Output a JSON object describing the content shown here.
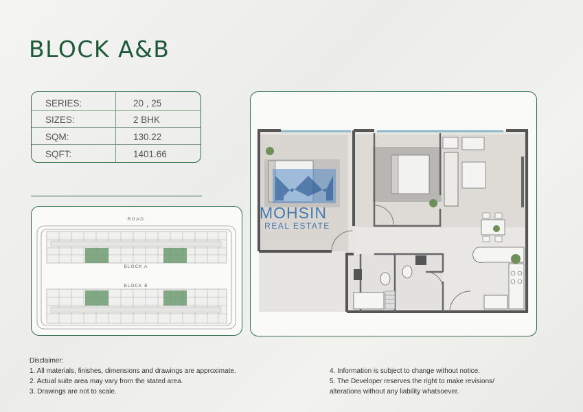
{
  "title": "BLOCK A&B",
  "specs": [
    {
      "label": "SERIES:",
      "value": "20 , 25"
    },
    {
      "label": "SIZES:",
      "value": "2 BHK"
    },
    {
      "label": "SQM:",
      "value": "130.22"
    },
    {
      "label": "SQFT:",
      "value": "1401.66"
    }
  ],
  "siteplan": {
    "road_label": "ROAD",
    "block_a_label": "BLOCK A",
    "block_b_label": "BLOCK B"
  },
  "watermark": {
    "name": "MOHSIN",
    "subtitle": "REAL ESTATE"
  },
  "disclaimer": {
    "heading": "Disclaimer:",
    "left": [
      "1. All materials, finishes, dimensions and drawings are approximate.",
      "2. Actual suite area may vary from the stated area.",
      "3. Drawings are not to scale."
    ],
    "right": [
      "4. Information is subject to change without notice.",
      "5. The Developer reserves the right to make revisions/",
      "alterations without any liability whatsoever."
    ]
  },
  "colors": {
    "brand_green": "#1e5a3a",
    "plan_green": "#6f9a72",
    "wall": "#555555"
  },
  "icons": [
    "floor-plan-image",
    "site-plan-image",
    "mohsin-logo-watermark"
  ]
}
